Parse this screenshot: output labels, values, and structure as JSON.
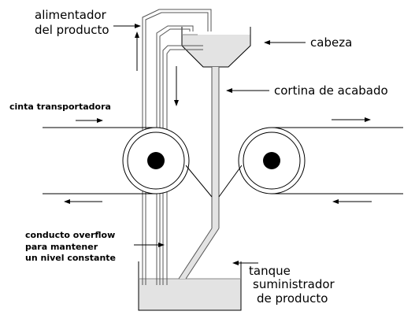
{
  "labels": {
    "feeder_line1": "alimentador",
    "feeder_line2": "del producto",
    "head": "cabeza",
    "curtain": "cortina de acabado",
    "conveyor": "cinta transportadora",
    "overflow_line1": "conducto overflow",
    "overflow_line2": "para mantener",
    "overflow_line3": "un nivel constante",
    "tank_line1": "tanque",
    "tank_line2": "suministrador",
    "tank_line3": "de producto"
  },
  "colors": {
    "liquid": "#e3e3e3",
    "line": "#000000",
    "pipe": "#555555"
  }
}
